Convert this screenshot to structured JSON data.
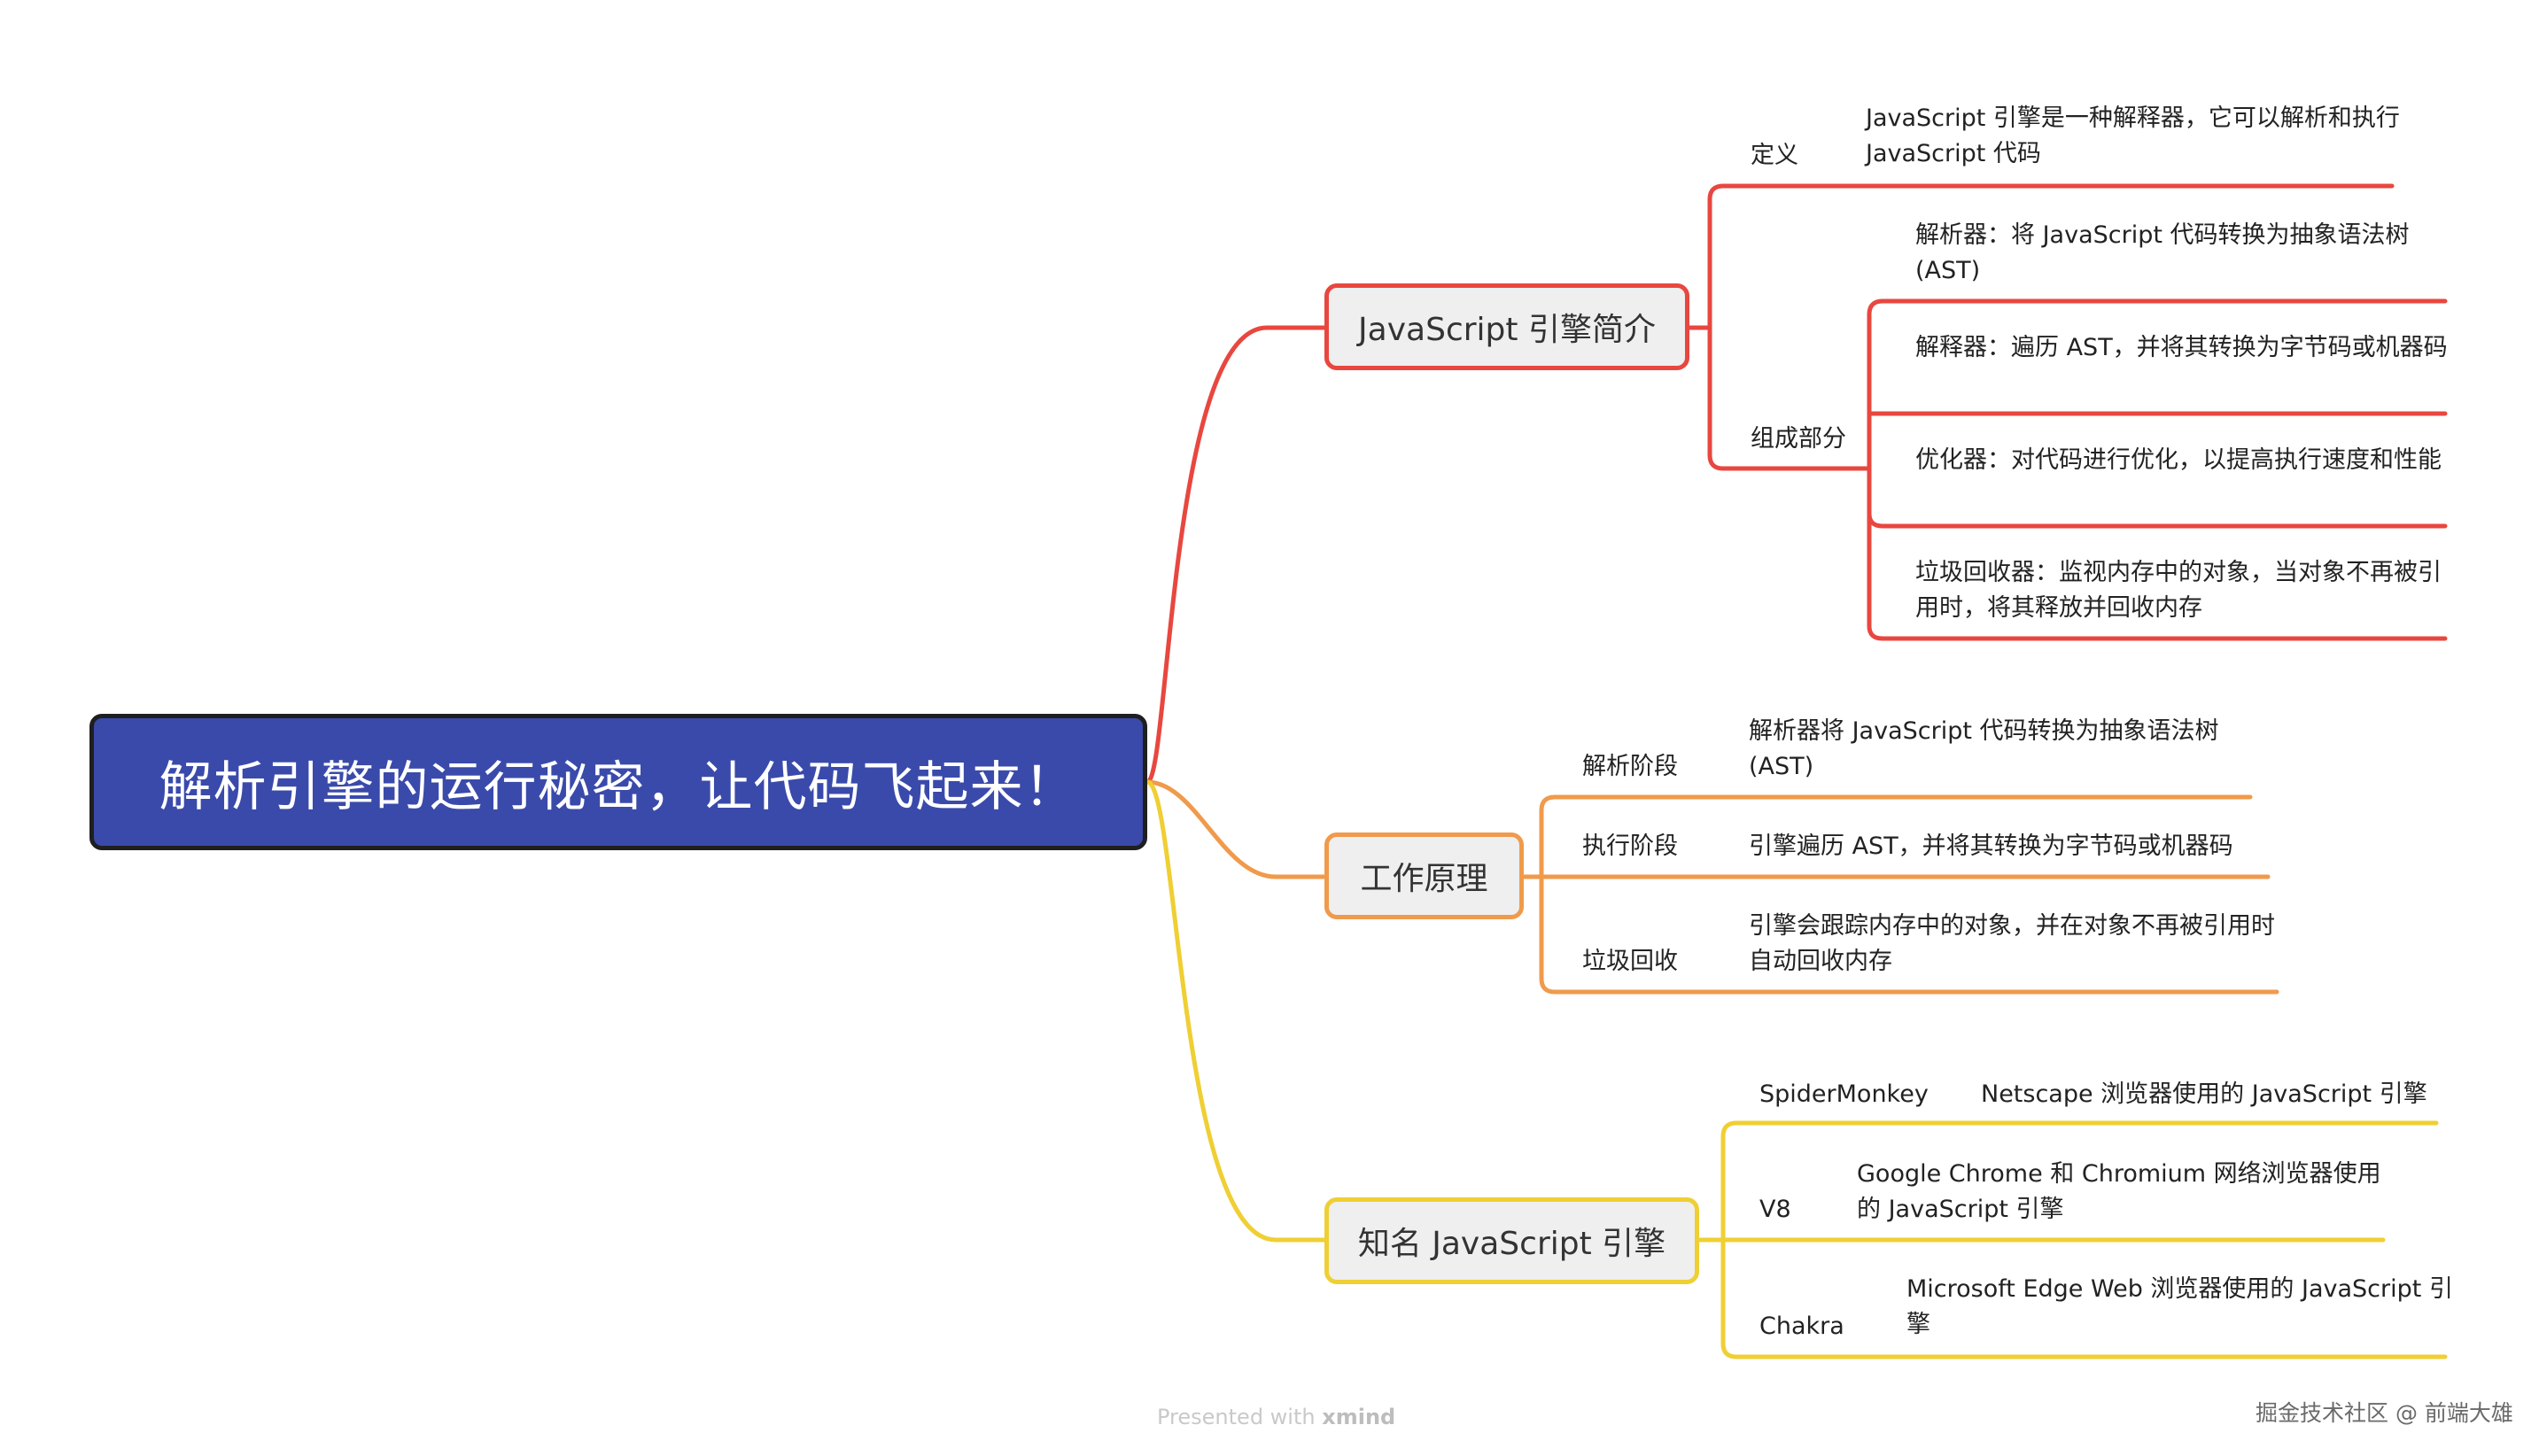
{
  "root": {
    "title": "解析引擎的运行秘密，让代码飞起来！"
  },
  "colors": {
    "root_fill": "#3a4aab",
    "branch1": "#e8473f",
    "branch2": "#f09a4b",
    "branch3": "#efcf33",
    "topic_fill": "#efefef"
  },
  "branches": [
    {
      "title": "JavaScript 引擎简介",
      "children": [
        {
          "label": "定义",
          "text": "JavaScript 引擎是一种解释器，它可以解析和执行 JavaScript 代码"
        },
        {
          "label": "组成部分",
          "items": [
            "解析器：将 JavaScript 代码转换为抽象语法树 (AST)",
            "解释器：遍历 AST，并将其转换为字节码或机器码",
            "优化器：对代码进行优化，以提高执行速度和性能",
            "垃圾回收器：监视内存中的对象，当对象不再被引用时，将其释放并回收内存"
          ]
        }
      ]
    },
    {
      "title": "工作原理",
      "children": [
        {
          "label": "解析阶段",
          "text": "解析器将 JavaScript 代码转换为抽象语法树 (AST)"
        },
        {
          "label": "执行阶段",
          "text": "引擎遍历 AST，并将其转换为字节码或机器码"
        },
        {
          "label": "垃圾回收",
          "text": "引擎会跟踪内存中的对象，并在对象不再被引用时自动回收内存"
        }
      ]
    },
    {
      "title": "知名 JavaScript 引擎",
      "children": [
        {
          "label": "SpiderMonkey",
          "text": "Netscape 浏览器使用的 JavaScript 引擎"
        },
        {
          "label": "V8",
          "text": "Google Chrome 和 Chromium 网络浏览器使用的 JavaScript 引擎"
        },
        {
          "label": "Chakra",
          "text": "Microsoft Edge Web 浏览器使用的 JavaScript 引擎"
        }
      ]
    }
  ],
  "footer": {
    "presented_prefix": "Presented with ",
    "presented_brand": "xmind",
    "watermark": "掘金技术社区 @ 前端大雄"
  }
}
